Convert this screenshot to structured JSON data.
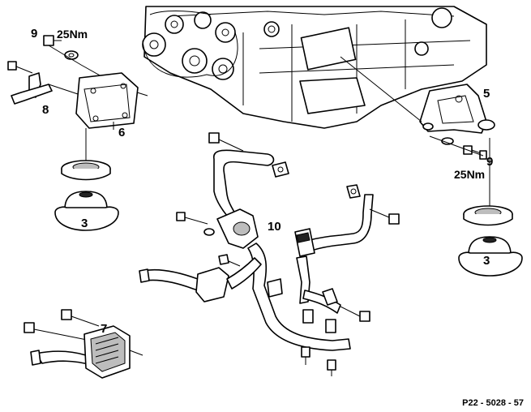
{
  "labels": {
    "engine_mount": "3",
    "engine_mount_right": "3",
    "mount_bracket_right": "5",
    "mount_bracket_left": "6",
    "transmission_mount": "7",
    "line_bracket": "8",
    "bolt_left": "9",
    "bolt_right": "9",
    "pipe_assembly": "10"
  },
  "torque": {
    "left": "25Nm",
    "right": "25Nm"
  },
  "reference_code": "P22 - 5028 - 57"
}
